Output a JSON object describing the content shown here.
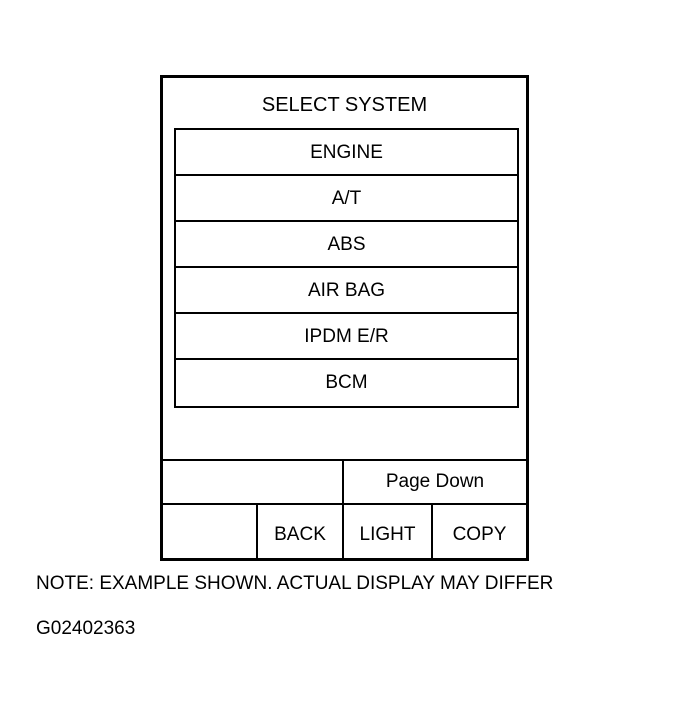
{
  "screen": {
    "title": "SELECT SYSTEM",
    "menu_items": [
      {
        "label": "ENGINE"
      },
      {
        "label": "A/T"
      },
      {
        "label": "ABS"
      },
      {
        "label": "AIR BAG"
      },
      {
        "label": "IPDM E/R"
      },
      {
        "label": "BCM"
      }
    ],
    "bottom_bar": {
      "page_down_label": "Page Down",
      "back_label": "BACK",
      "light_label": "LIGHT",
      "copy_label": "COPY"
    }
  },
  "caption": {
    "note": "NOTE: EXAMPLE SHOWN. ACTUAL DISPLAY MAY DIFFER",
    "figure_id": "G02402363"
  }
}
